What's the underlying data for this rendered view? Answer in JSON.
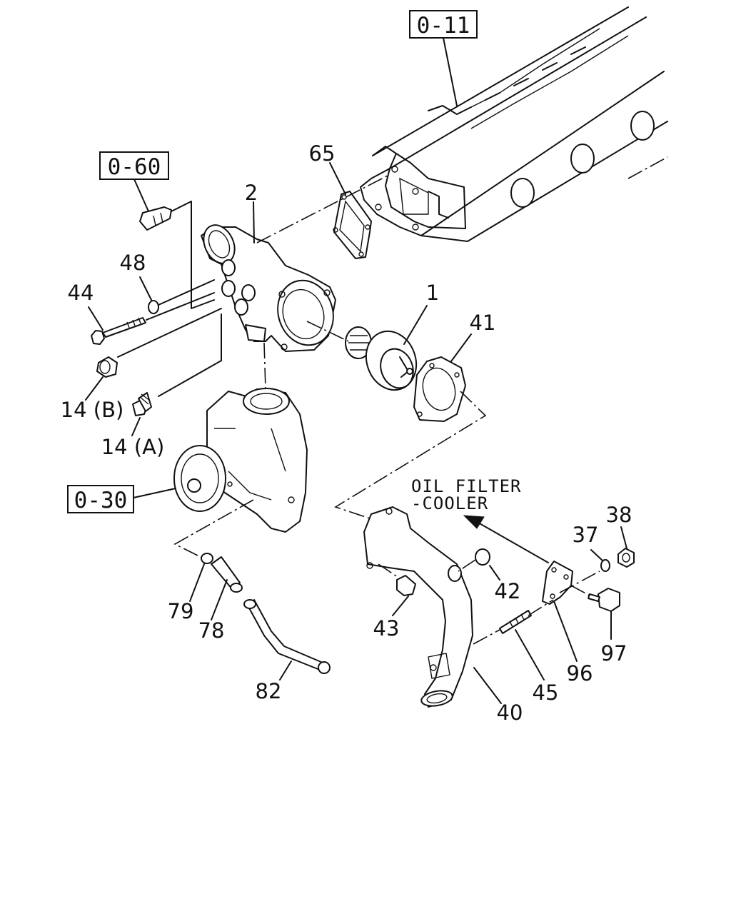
{
  "references": {
    "ref_0_11": "0-11",
    "ref_0_60": "0-60",
    "ref_0_30": "0-30"
  },
  "callouts": {
    "c1": "1",
    "c2": "2",
    "c14a": "14 (A)",
    "c14b": "14 (B)",
    "c37": "37",
    "c38": "38",
    "c40": "40",
    "c41": "41",
    "c42": "42",
    "c43": "43",
    "c44": "44",
    "c45": "45",
    "c48": "48",
    "c65": "65",
    "c78": "78",
    "c79": "79",
    "c82": "82",
    "c96": "96",
    "c97": "97"
  },
  "note": {
    "line1": "OIL FILTER",
    "line2": "-COOLER"
  }
}
